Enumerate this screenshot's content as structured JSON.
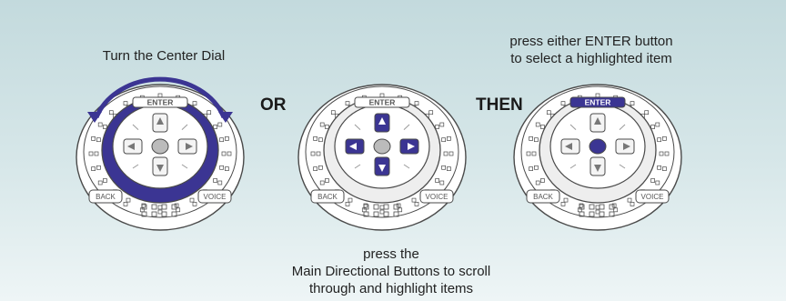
{
  "captions": {
    "left": "Turn the Center Dial",
    "right": "press either ENTER button\nto select a highlighted item",
    "bottom": "press the\nMain Directional Buttons to scroll\nthrough and highlight items"
  },
  "connectors": {
    "or": "OR",
    "then": "THEN"
  },
  "controller_labels": {
    "enter": "ENTER",
    "back": "BACK",
    "voice": "VOICE"
  },
  "colors": {
    "highlight": "#3b3593",
    "outline": "#4a4a4a",
    "face": "#ffffff",
    "background_top": "#c3dadd",
    "background_bottom": "#eef5f6"
  },
  "controllers": [
    {
      "name": "dial",
      "highlight": "center-dial-ring"
    },
    {
      "name": "directional",
      "highlight": "directional-buttons"
    },
    {
      "name": "enter",
      "highlight": "enter-buttons"
    }
  ]
}
